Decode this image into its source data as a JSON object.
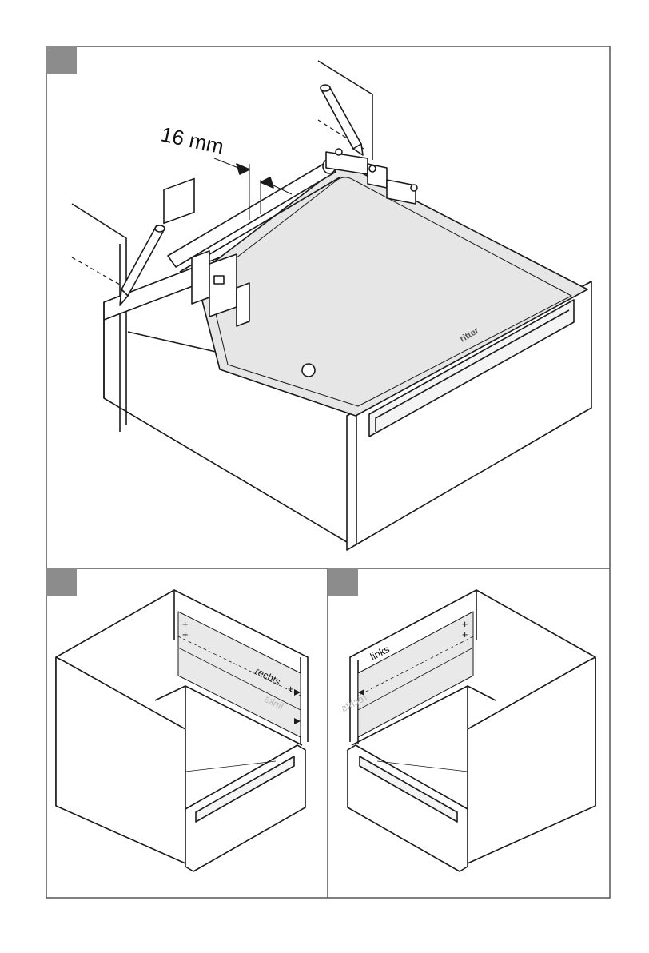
{
  "panels": {
    "top": {
      "dimension_label": "16 mm",
      "brand_label": "ritter"
    },
    "bottom_left": {
      "template_label_primary": "rechts",
      "template_label_mirrored": "links"
    },
    "bottom_right": {
      "template_label_primary": "links",
      "template_label_mirrored": "rechts"
    }
  },
  "colors": {
    "line": "#1a1a1a",
    "panel_badge": "#8c8c8c",
    "tray_fill": "#e6e6e6",
    "template_fill": "#e9e9e9"
  }
}
